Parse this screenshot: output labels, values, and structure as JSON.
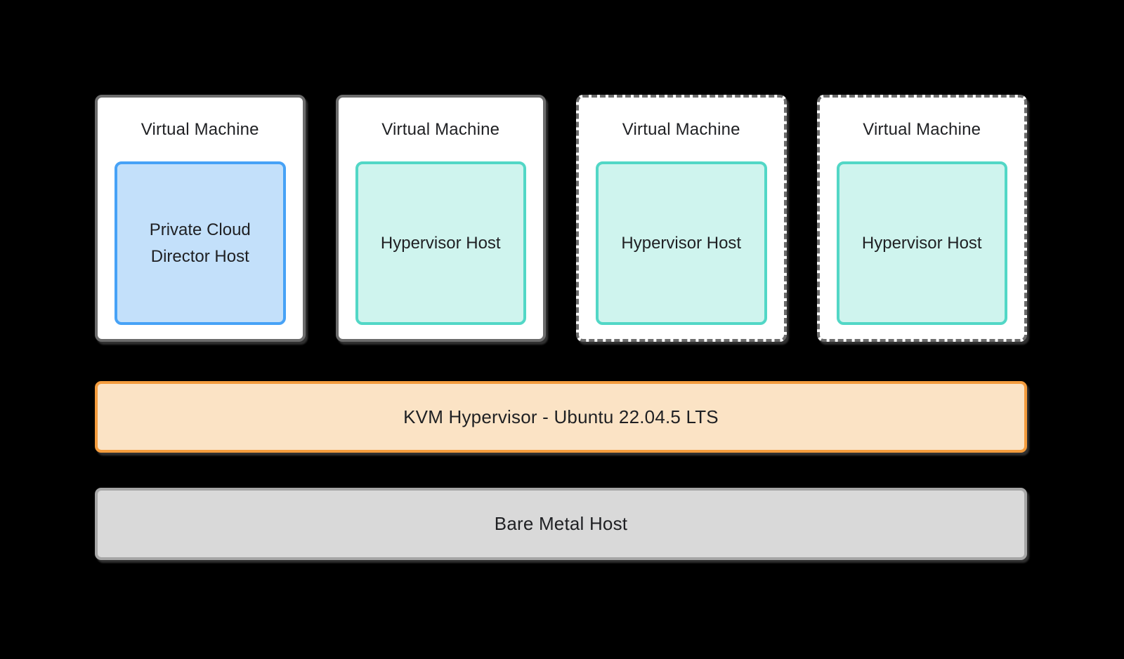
{
  "diagram": {
    "vm_boxes": [
      {
        "title": "Virtual Machine",
        "host": "Private Cloud Director Host",
        "border_style": "solid",
        "host_type": "private-cloud-director"
      },
      {
        "title": "Virtual Machine",
        "host": "Hypervisor Host",
        "border_style": "solid",
        "host_type": "hypervisor"
      },
      {
        "title": "Virtual Machine",
        "host": "Hypervisor Host",
        "border_style": "dashed",
        "host_type": "hypervisor"
      },
      {
        "title": "Virtual Machine",
        "host": "Hypervisor Host",
        "border_style": "dashed",
        "host_type": "hypervisor"
      }
    ],
    "kvm_bar_label": "KVM Hypervisor - Ubuntu 22.04.5 LTS",
    "bare_metal_label": "Bare Metal Host",
    "colors": {
      "background": "#000000",
      "vm_box_fill": "#ffffff",
      "vm_box_border": "#6c6c6c",
      "pcd_fill": "#c3e0fa",
      "pcd_border": "#47a2f6",
      "hypervisor_fill": "#cff4ee",
      "hypervisor_border": "#52d7c6",
      "kvm_fill": "#fbe3c5",
      "kvm_border": "#f49c3d",
      "bare_metal_fill": "#d9d9d9",
      "bare_metal_border": "#a6a6a6",
      "text": "#1f2023"
    }
  }
}
